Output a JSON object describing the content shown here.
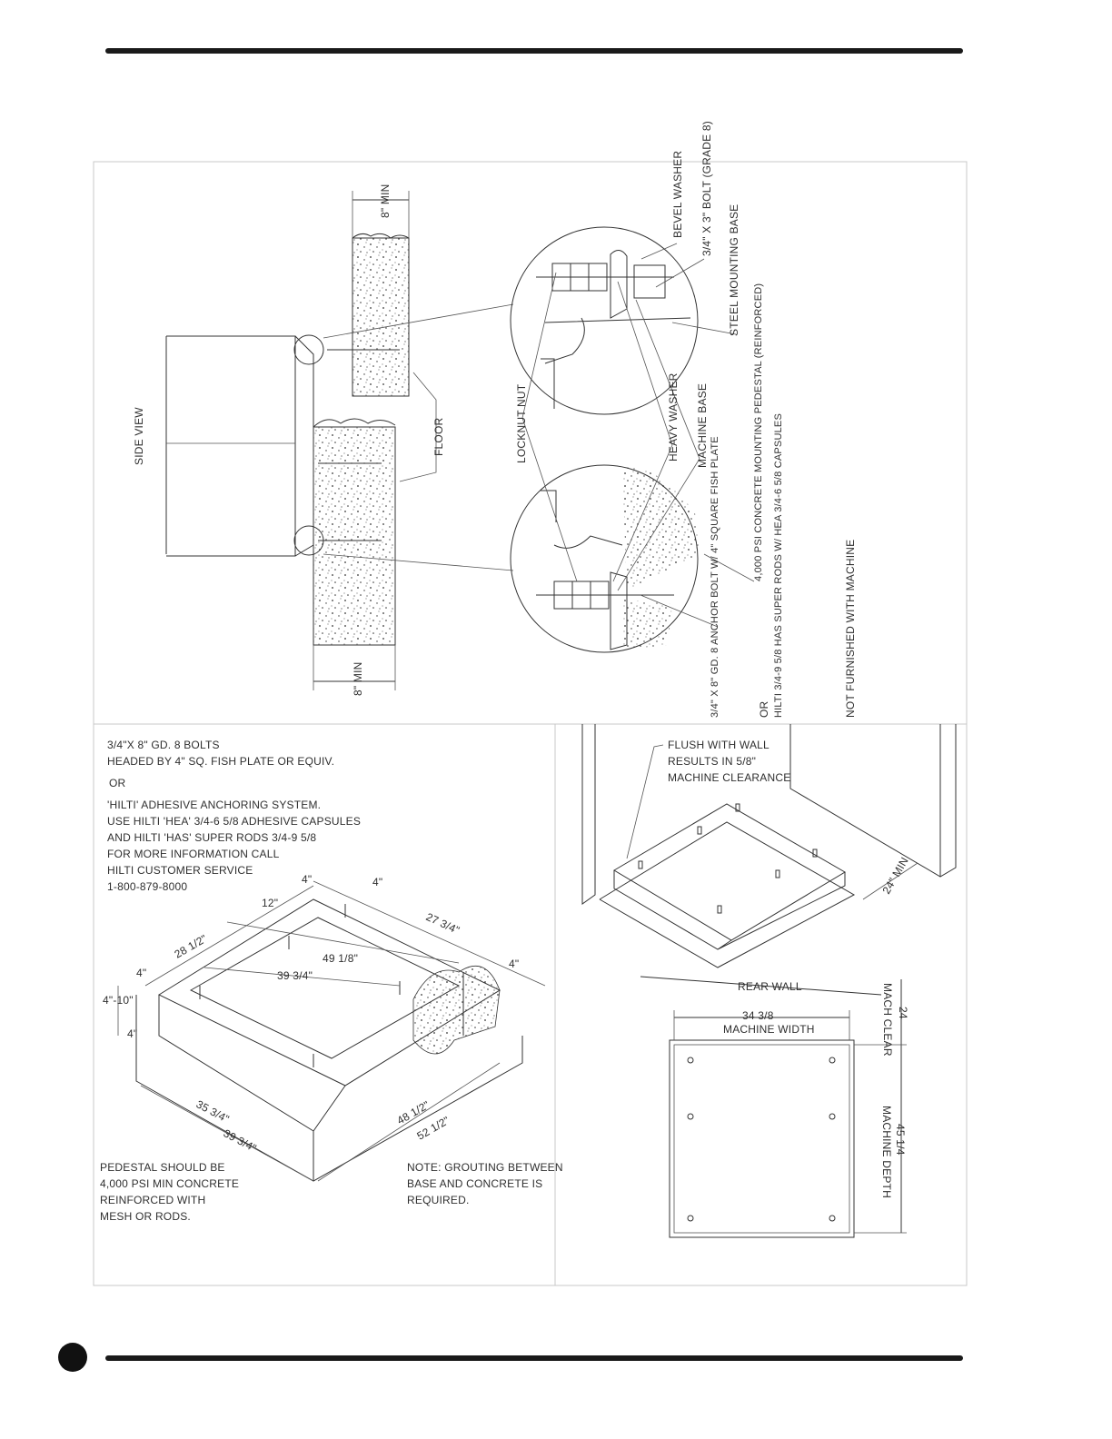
{
  "side_view": {
    "title": "SIDE VIEW",
    "dim_top": "8\" MIN",
    "dim_bottom": "8\" MIN",
    "floor": "FLOOR"
  },
  "detail_labels": {
    "bevel_washer": "BEVEL WASHER",
    "bolt": "3/4\" X 3\" BOLT (GRADE 8)",
    "steel_base": "STEEL MOUNTING BASE",
    "locknut": "LOCKNUT NUT",
    "heavy_washer": "HEAVY WASHER",
    "machine_base": "MACHINE BASE",
    "pedestal": "4,000 PSI CONCRETE MOUNTING PEDESTAL (REINFORCED)",
    "anchor_bolt": "3/4\" X 8\" GD. 8 ANCHOR BOLT W/ 4\" SQUARE FISH PLATE",
    "or": "OR",
    "hilti_rods": "HILTI 3/4-9 5/8 HAS SUPER RODS W/ HEA 3/4-6 5/8 CAPSULES",
    "not_furnished": "NOT FURNISHED WITH MACHINE"
  },
  "anchoring_notes": [
    "3/4\"X 8\" GD. 8 BOLTS",
    "HEADED BY 4\" SQ. FISH PLATE OR EQUIV.",
    "OR",
    "'HILTI' ADHESIVE ANCHORING SYSTEM.",
    "USE HILTI 'HEA' 3/4-6 5/8 ADHESIVE CAPSULES",
    "AND HILTI 'HAS' SUPER RODS 3/4-9 5/8",
    "FOR MORE INFORMATION CALL",
    "HILTI CUSTOMER SERVICE",
    "1-800-879-8000"
  ],
  "iso_dims": {
    "d4a": "4\"",
    "d4b": "4\"",
    "d12": "12\"",
    "d27": "27 3/4\"",
    "d28": "28 1/2\"",
    "d4c": "4\"",
    "d4d": "4\"",
    "d49": "49 1/8\"",
    "d39a": "39 3/4\"",
    "d410": "4\"-10\"",
    "d4e": "4\"",
    "d35": "35 3/4\"",
    "d39b": "39 3/4\"",
    "d48": "48 1/2\"",
    "d52": "52 1/2\""
  },
  "pedestal_note": [
    "PEDESTAL SHOULD BE",
    "4,000 PSI MIN CONCRETE",
    "REINFORCED WITH",
    "MESH OR RODS."
  ],
  "grouting_note": [
    "NOTE: GROUTING BETWEEN",
    "BASE AND CONCRETE IS",
    "REQUIRED."
  ],
  "wall_view": {
    "flush_note": [
      "FLUSH WITH WALL",
      "RESULTS IN 5/8\"",
      "MACHINE CLEARANCE"
    ],
    "min_clear": "24\" MIN",
    "rear_wall": "REAR WALL"
  },
  "plan_view": {
    "width_value": "34 3/8",
    "width_label": "MACHINE WIDTH",
    "clear_value": "24",
    "clear_label": "MACH CLEAR",
    "depth_value": "45 1/4",
    "depth_label": "MACHINE DEPTH"
  }
}
